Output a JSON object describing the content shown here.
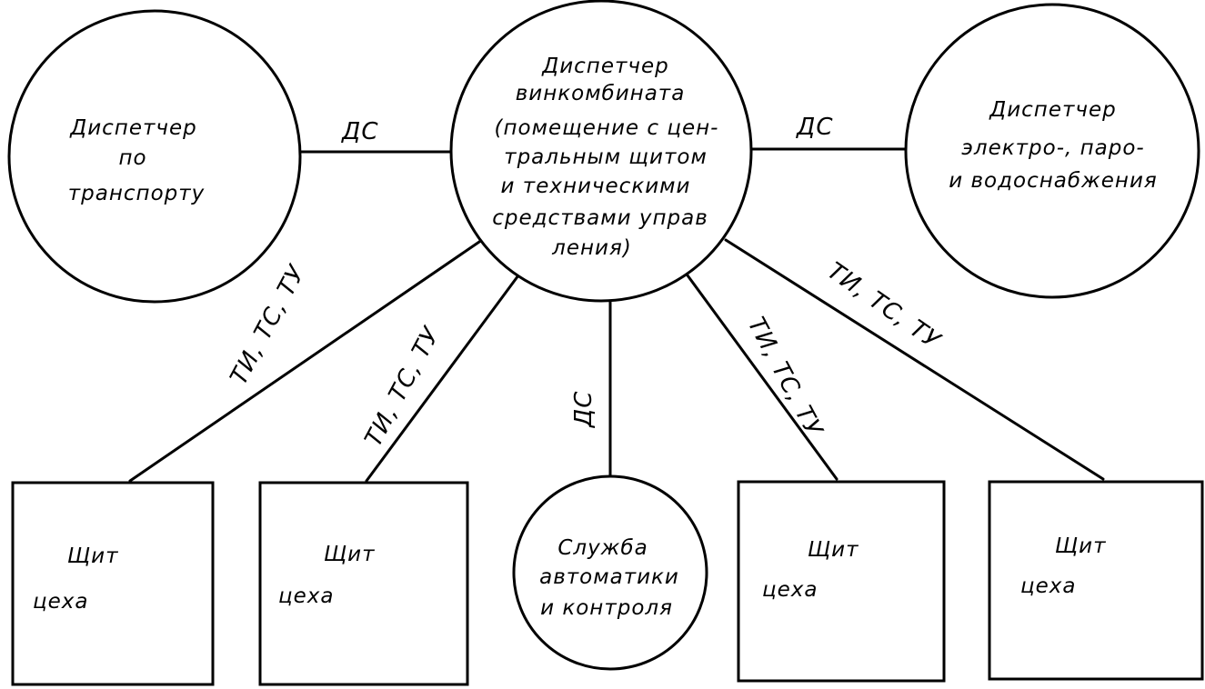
{
  "diagram": {
    "center_node": {
      "lines": [
        "Диспетчер",
        "винкомбината",
        "(помещение с цен-",
        "тральным щитом",
        "и техническими",
        "средствами управ",
        "ления)"
      ]
    },
    "left_node": {
      "lines": [
        "Диспетчер",
        "по",
        "транспорту"
      ]
    },
    "right_node": {
      "lines": [
        "Диспетчер",
        "электро-, паро-",
        "и водоснабжения"
      ]
    },
    "bottom_center_node": {
      "lines": [
        "Служба",
        "автоматики",
        "и контроля"
      ]
    },
    "shop_panels": [
      {
        "title": "Щит",
        "subtitle": "цеха"
      },
      {
        "title": "Щит",
        "subtitle": "цеха"
      },
      {
        "title": "Щит",
        "subtitle": "цеха"
      },
      {
        "title": "Щит",
        "subtitle": "цеха"
      }
    ],
    "links": {
      "left_label": "ДС",
      "right_label": "ДС",
      "down_label": "ДС",
      "shop1_label": "ТИ, ТС, ТУ",
      "shop2_label": "ТИ, ТС, ТУ",
      "shop3_label": "ТИ, ТС, ТУ",
      "shop4_label": "ТИ, ТС, ТУ"
    }
  }
}
